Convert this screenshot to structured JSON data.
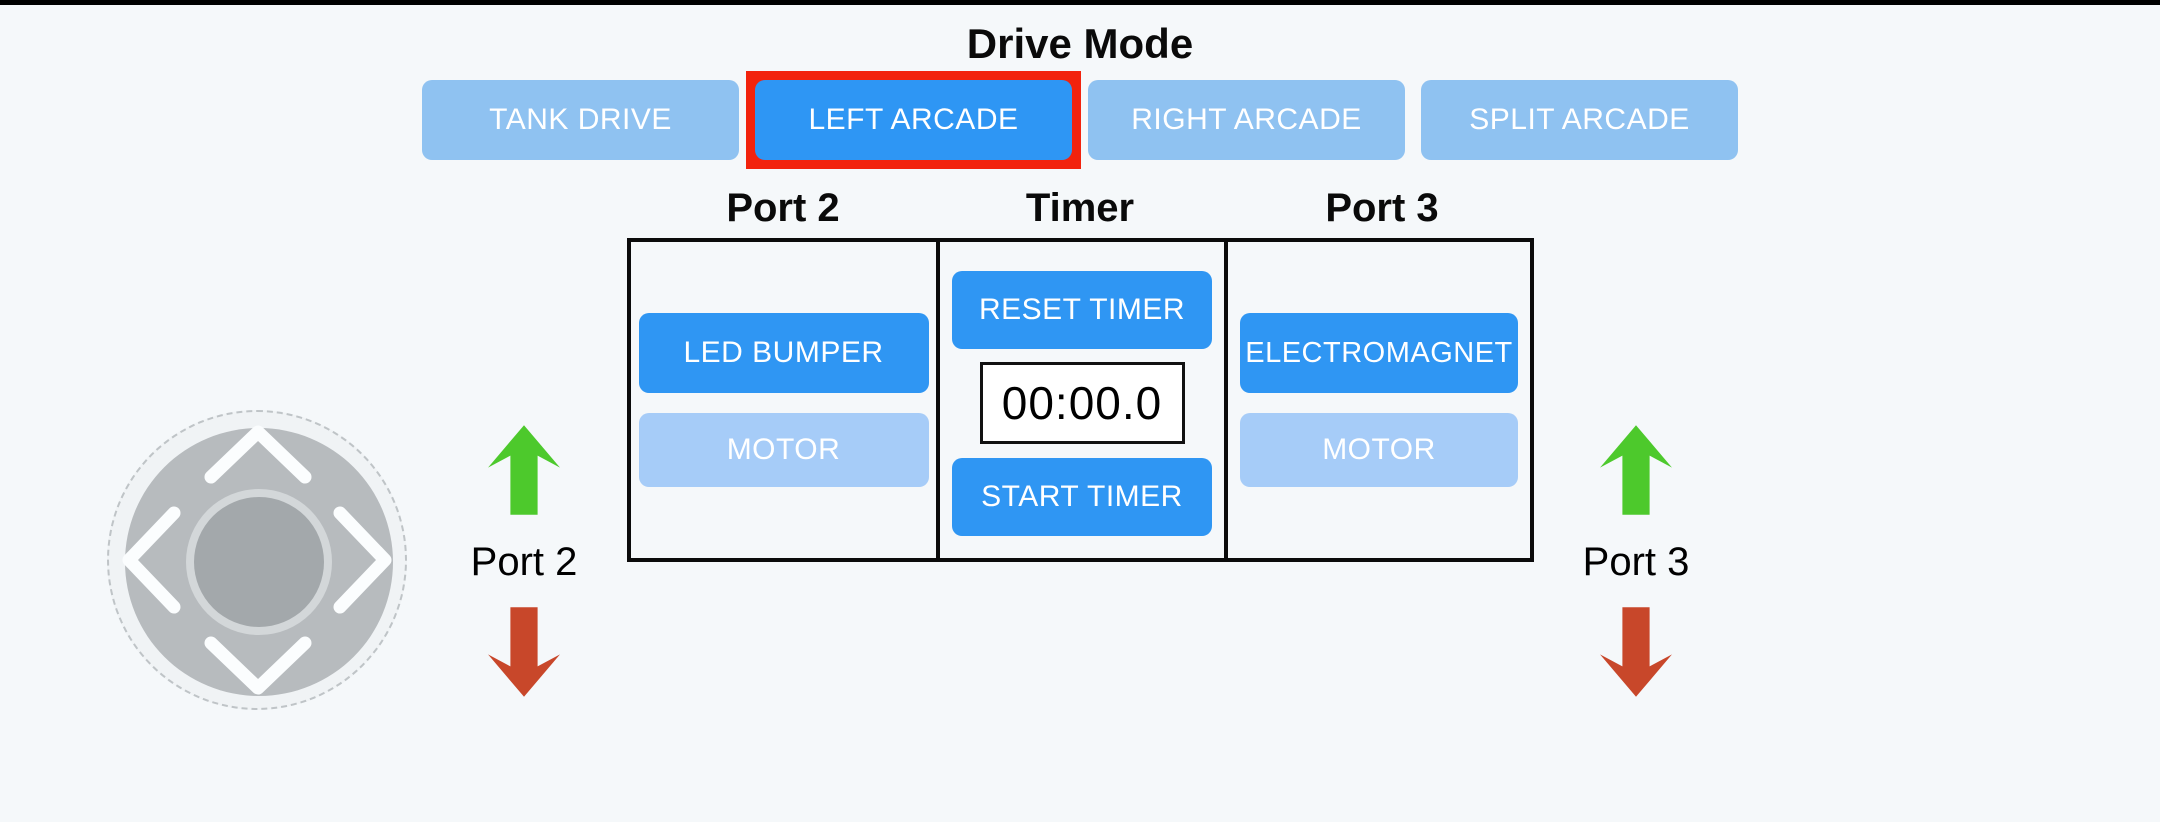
{
  "page": {
    "background_color": "#f5f8fa",
    "top_bar_color": "#000000"
  },
  "drive_mode": {
    "title": "Drive Mode",
    "buttons": [
      {
        "label": "TANK DRIVE",
        "selected": false
      },
      {
        "label": "LEFT ARCADE",
        "selected": true
      },
      {
        "label": "RIGHT ARCADE",
        "selected": false
      },
      {
        "label": "SPLIT ARCADE",
        "selected": false
      }
    ],
    "colors": {
      "selected_fill": "#2e96f4",
      "unselected_fill": "#8fc2f1",
      "selected_outline": "#f2230d",
      "text": "#ffffff"
    }
  },
  "control_panel": {
    "column_headers": [
      "Port 2",
      "Timer",
      "Port 3"
    ],
    "port2": {
      "device_button": {
        "label": "LED BUMPER",
        "state": "on"
      },
      "motor_button": {
        "label": "MOTOR",
        "state": "off"
      }
    },
    "timer": {
      "reset_label": "RESET TIMER",
      "display_value": "00:00.0",
      "start_label": "START TIMER"
    },
    "port3": {
      "device_button": {
        "label": "ELECTROMAGNET",
        "state": "on"
      },
      "motor_button": {
        "label": "MOTOR",
        "state": "off"
      }
    },
    "colors": {
      "on_fill": "#2f96f3",
      "off_fill": "#a6ccf8",
      "table_border": "#0b0b0b",
      "timer_display_bg": "#ffffff",
      "timer_display_text": "#000000"
    }
  },
  "joystick": {
    "icons": [
      "joystick-up-chevron-icon",
      "joystick-left-chevron-icon",
      "joystick-right-chevron-icon",
      "joystick-down-chevron-icon",
      "joystick-knob"
    ],
    "colors": {
      "base": "#f0f3f5",
      "pad": "#b7bbbe",
      "ring": "#d3d7d9",
      "knob": "#a3a8ab",
      "chevron": "#fbfdfe"
    }
  },
  "left_motor_indicator": {
    "label": "Port 2",
    "up_arrow_icon": "green-up-arrow-icon",
    "down_arrow_icon": "red-down-arrow-icon",
    "up_arrow_color": "#4dc92c",
    "down_arrow_color": "#c8472a"
  },
  "right_motor_indicator": {
    "label": "Port 3",
    "up_arrow_icon": "green-up-arrow-icon",
    "down_arrow_icon": "red-down-arrow-icon",
    "up_arrow_color": "#4dc92c",
    "down_arrow_color": "#c8472a"
  }
}
